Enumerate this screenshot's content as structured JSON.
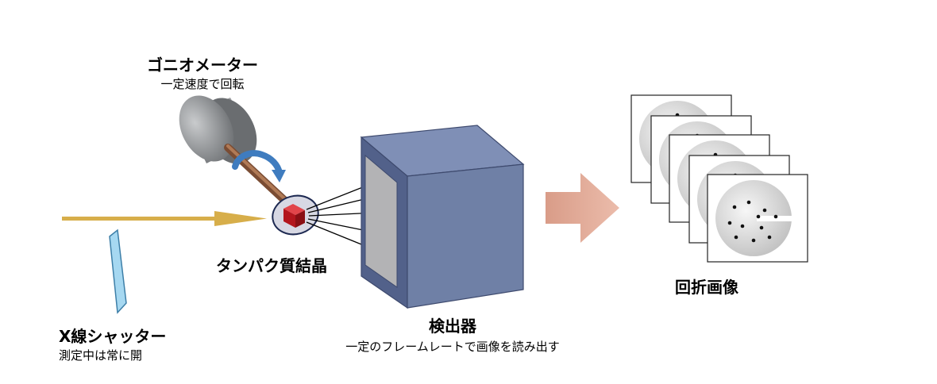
{
  "goniometer": {
    "title": "ゴニオメーター",
    "subtitle": "一定速度で回転"
  },
  "crystal": {
    "label": "タンパク質結晶"
  },
  "shutter": {
    "title": "X線シャッター",
    "subtitle": "測定中は常に開"
  },
  "detector": {
    "title": "検出器",
    "subtitle": "一定のフレームレートで画像を読み出す"
  },
  "diffraction": {
    "label": "回折画像"
  },
  "colors": {
    "xray_beam": "#d7ae4a",
    "shutter": "#9fd4ef",
    "detector_front": "#6d7ea3",
    "detector_side": "#4f5f86",
    "crystal": "#c0292a",
    "flow_arrow": "#e2a896"
  }
}
